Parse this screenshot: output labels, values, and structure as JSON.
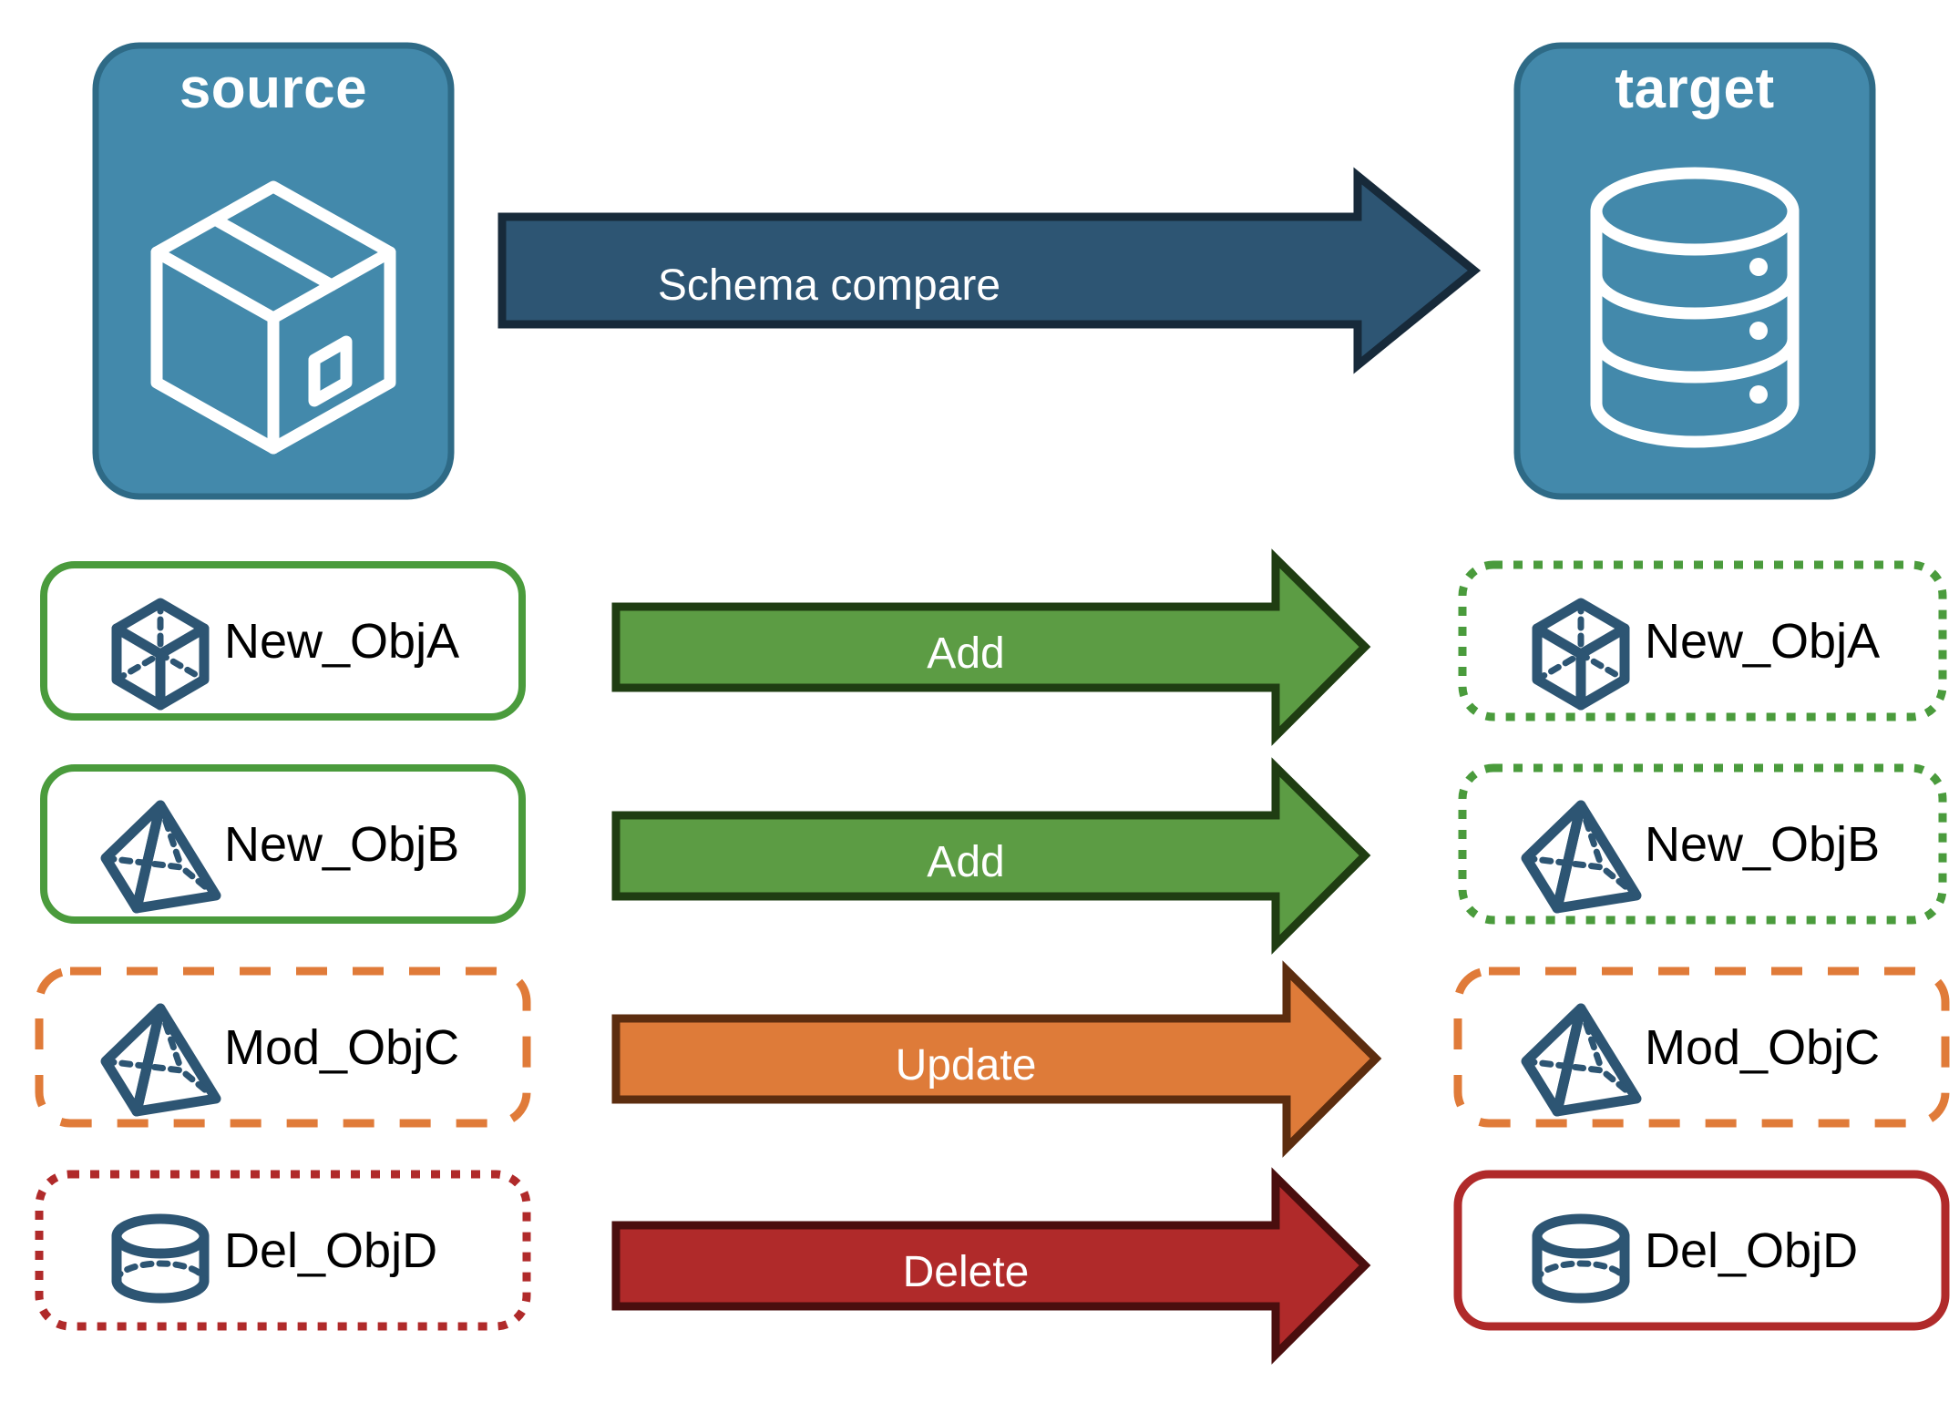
{
  "diagram": {
    "title": "Schema compare between source and target",
    "background": "#ffffff"
  },
  "endpoints": {
    "source": {
      "label": "source",
      "icon": "package-box-icon",
      "fill": "#4389AB",
      "border": "#2E6A86",
      "text_color": "#ffffff"
    },
    "target": {
      "label": "target",
      "icon": "database-cylinder-icon",
      "fill": "#4389AB",
      "border": "#2E6A86",
      "text_color": "#ffffff"
    }
  },
  "main_flow": {
    "label": "Schema compare",
    "fill": "#2D5573",
    "border": "#172A3A",
    "text_color": "#ffffff"
  },
  "actions": [
    {
      "label": "Add",
      "fill": "#5C9C44",
      "border": "#1F3D12",
      "text_color": "#ffffff"
    },
    {
      "label": "Add",
      "fill": "#5C9C44",
      "border": "#1F3D12",
      "text_color": "#ffffff"
    },
    {
      "label": "Update",
      "fill": "#DE7B39",
      "border": "#5C2D0F",
      "text_color": "#ffffff"
    },
    {
      "label": "Delete",
      "fill": "#B02A2A",
      "border": "#4A0E0E",
      "text_color": "#ffffff"
    }
  ],
  "source_objects": [
    {
      "name": "New_ObjA",
      "icon": "wireframe-cube-icon",
      "border_color": "#4A9B3C",
      "border_style": "solid",
      "icon_color": "#2D5573"
    },
    {
      "name": "New_ObjB",
      "icon": "wireframe-pyramid-icon",
      "border_color": "#4A9B3C",
      "border_style": "solid",
      "icon_color": "#2D5573"
    },
    {
      "name": "Mod_ObjC",
      "icon": "wireframe-pyramid-icon",
      "border_color": "#E07B39",
      "border_style": "dashed",
      "icon_color": "#2D5573"
    },
    {
      "name": "Del_ObjD",
      "icon": "wireframe-cylinder-icon",
      "border_color": "#B02A2A",
      "border_style": "dotted",
      "icon_color": "#2D5573"
    }
  ],
  "target_objects": [
    {
      "name": "New_ObjA",
      "icon": "wireframe-cube-icon",
      "border_color": "#4A9B3C",
      "border_style": "dotted",
      "icon_color": "#2D5573"
    },
    {
      "name": "New_ObjB",
      "icon": "wireframe-pyramid-icon",
      "border_color": "#4A9B3C",
      "border_style": "dotted",
      "icon_color": "#2D5573"
    },
    {
      "name": "Mod_ObjC",
      "icon": "wireframe-pyramid-icon",
      "border_color": "#E07B39",
      "border_style": "dashed",
      "icon_color": "#2D5573"
    },
    {
      "name": "Del_ObjD",
      "icon": "wireframe-cylinder-icon",
      "border_color": "#B02A2A",
      "border_style": "solid",
      "icon_color": "#2D5573"
    }
  ]
}
